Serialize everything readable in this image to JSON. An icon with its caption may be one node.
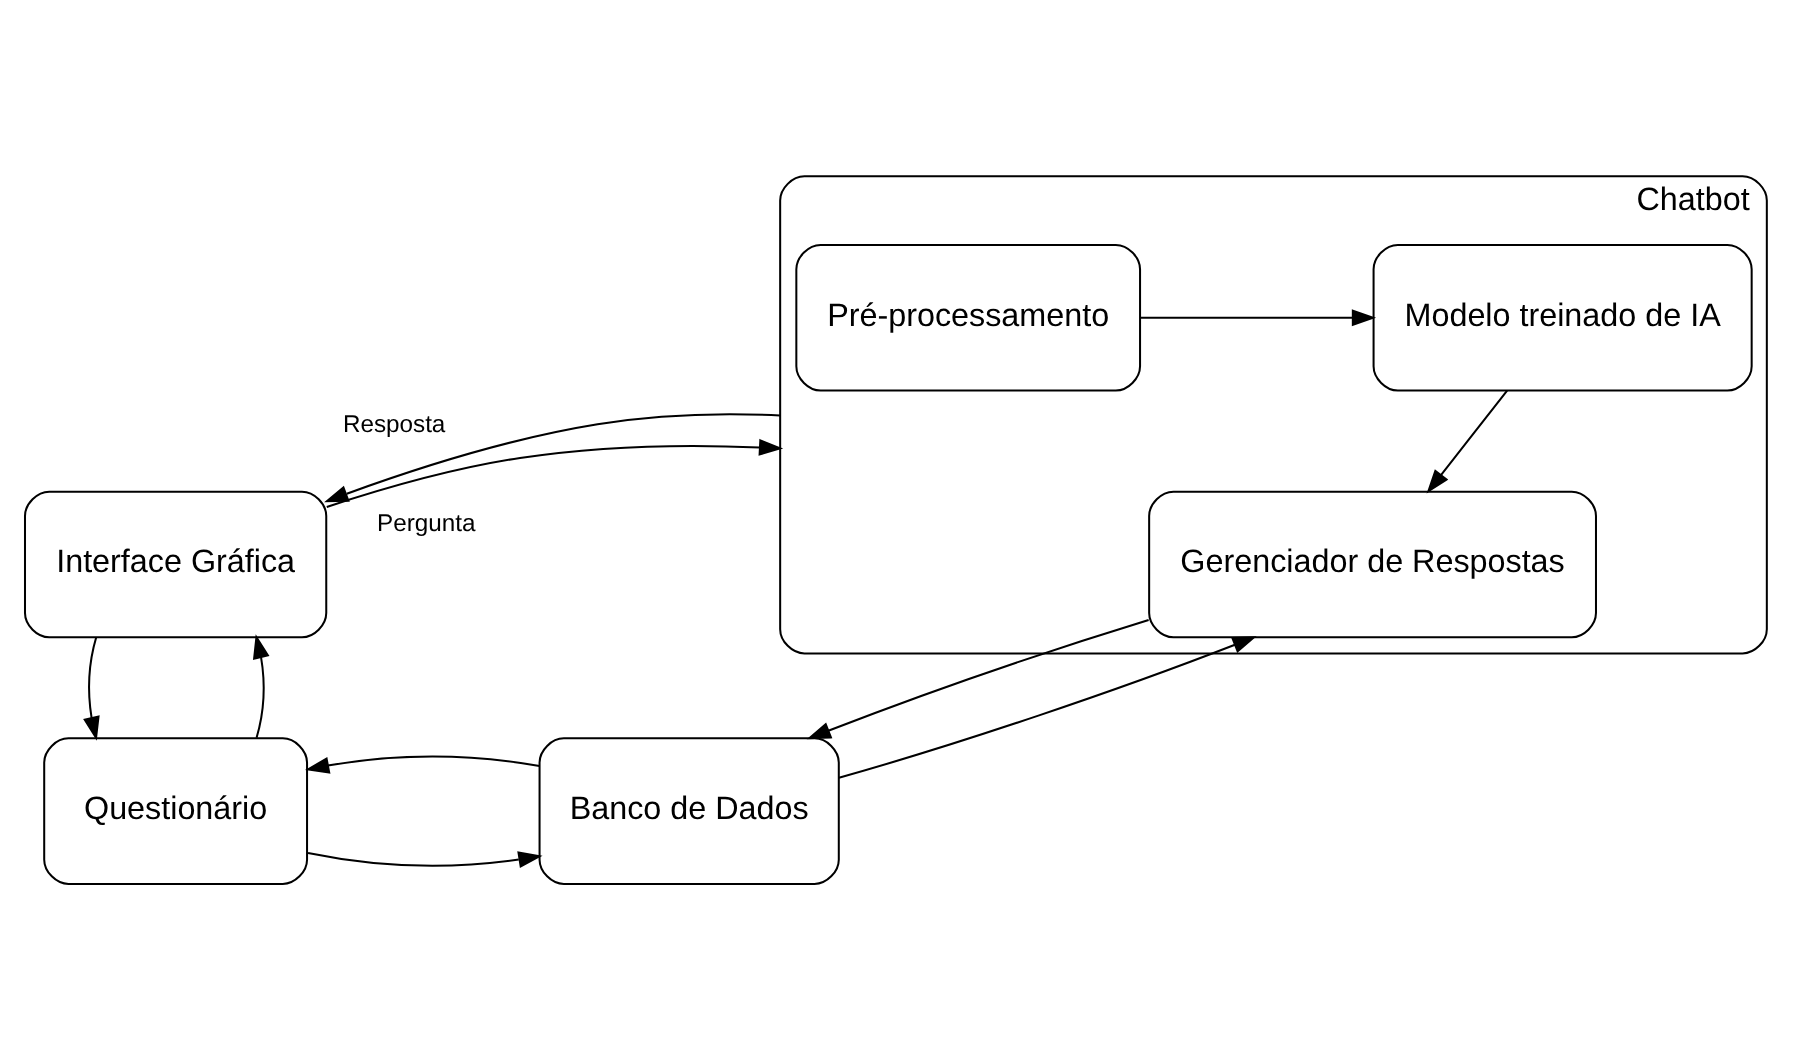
{
  "diagram": {
    "nodes": [
      {
        "text": [
          "Interface Gráfica"
        ]
      },
      {
        "text": [
          "Chatbot"
        ]
      },
      {
        "text": [
          "Pré-processamento"
        ],
        "in": 1
      },
      {
        "text": [
          "Modelo treinado de IA"
        ],
        "in": 1
      },
      {
        "text": [
          "Gerenciador de Respostas"
        ],
        "in": 1
      },
      {
        "text": [
          "Questionário"
        ]
      },
      {
        "text": [
          "Banco de Dados"
        ]
      }
    ],
    "edges": [
      {
        "from": 0,
        "to": 1,
        "arrow": "to",
        "label": "Pergunta"
      },
      {
        "from": 1,
        "to": 0,
        "arrow": "to",
        "label": "Resposta"
      },
      {
        "from": 2,
        "to": 3,
        "arrow": "to"
      },
      {
        "from": 3,
        "to": 4,
        "arrow": "to"
      },
      {
        "from": 4,
        "to": 6,
        "arrow": "to"
      },
      {
        "from": 6,
        "to": 4,
        "arrow": "to"
      },
      {
        "from": 0,
        "to": 5,
        "arrow": "to"
      },
      {
        "from": 5,
        "to": 0,
        "arrow": "to"
      },
      {
        "from": 5,
        "to": 6,
        "arrow": "to"
      },
      {
        "from": 6,
        "to": 5,
        "arrow": "to"
      }
    ]
  }
}
